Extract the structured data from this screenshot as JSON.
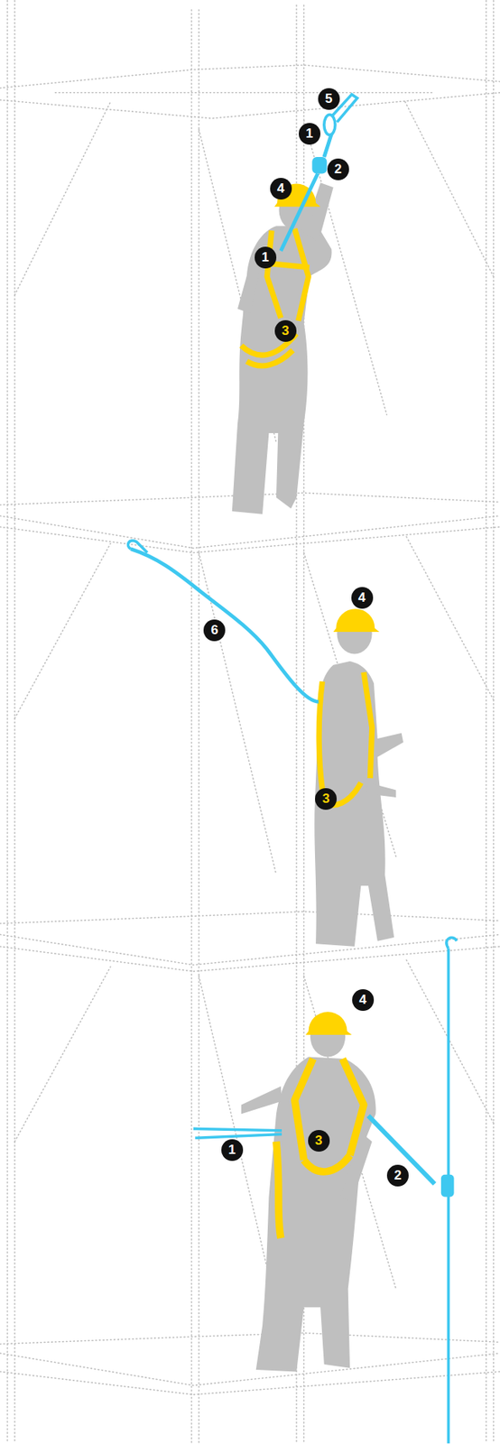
{
  "diagram": {
    "labels": [
      "5",
      "1",
      "2",
      "4",
      "1",
      "3",
      "4",
      "6",
      "3",
      "4",
      "3",
      "1",
      "2"
    ]
  }
}
